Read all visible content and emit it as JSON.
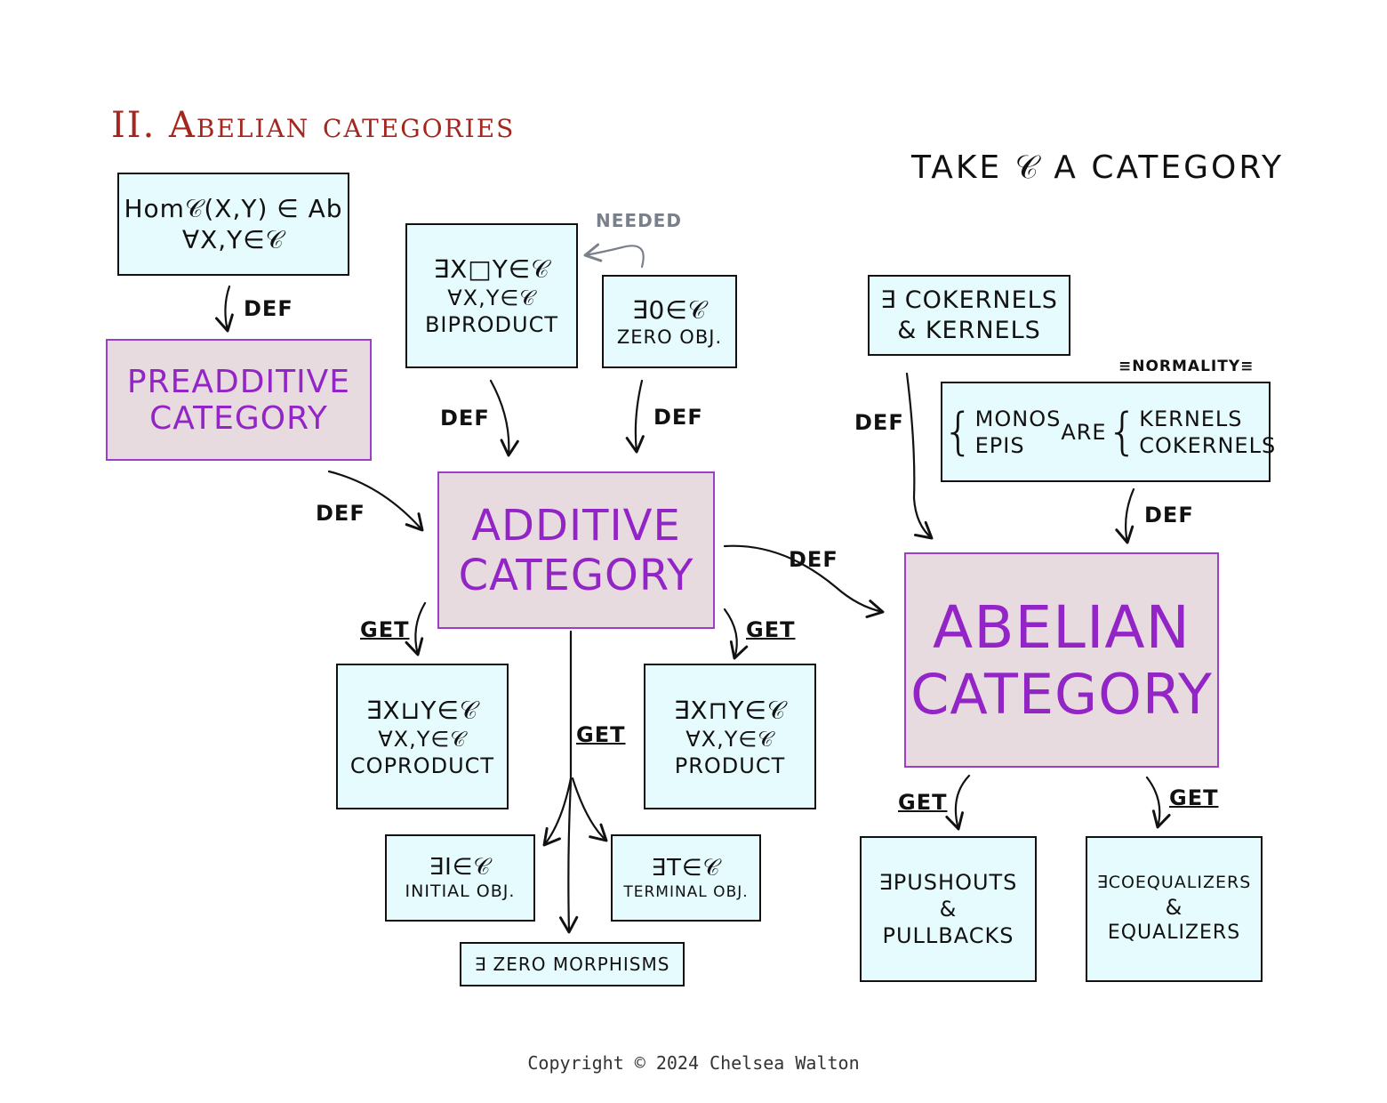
{
  "title": "II. Abelian categories",
  "take": "TAKE 𝒞 A CATEGORY",
  "copyright": "Copyright © 2024 Chelsea Walton",
  "boxes": {
    "hom": {
      "line1": "Hom𝒞(X,Y) ∈ Ab",
      "line2": "∀X,Y∈𝒞"
    },
    "biproduct": {
      "line1": "∃X□Y∈𝒞",
      "line2": "∀X,Y∈𝒞",
      "line3": "BIPRODUCT"
    },
    "zero_obj": {
      "line1": "∃0∈𝒞",
      "line2": "ZERO OBJ."
    },
    "cokernels": {
      "line1": "∃ COKERNELS",
      "line2": "& KERNELS"
    },
    "normality": {
      "left1": "MONOS",
      "left2": "EPIS",
      "mid": "ARE",
      "right1": "KERNELS",
      "right2": "COKERNELS"
    },
    "coproduct": {
      "line1": "∃X⊔Y∈𝒞",
      "line2": "∀X,Y∈𝒞",
      "line3": "COPRODUCT"
    },
    "product": {
      "line1": "∃X⊓Y∈𝒞",
      "line2": "∀X,Y∈𝒞",
      "line3": "PRODUCT"
    },
    "initial": {
      "line1": "∃I∈𝒞",
      "line2": "INITIAL OBJ."
    },
    "terminal": {
      "line1": "∃T∈𝒞",
      "line2": "TERMINAL OBJ."
    },
    "zero_morph": {
      "line1": "∃ ZERO MORPHISMS"
    },
    "pushouts": {
      "line1": "∃PUSHOUTS",
      "line2": "&",
      "line3": "PULLBACKS"
    },
    "coequalizers": {
      "line1": "∃COEQUALIZERS",
      "line2": "&",
      "line3": "EQUALIZERS"
    }
  },
  "categories": {
    "preadditive": {
      "line1": "PREADDITIVE",
      "line2": "CATEGORY"
    },
    "additive": {
      "line1": "ADDITIVE",
      "line2": "CATEGORY"
    },
    "abelian": {
      "line1": "ABELIAN",
      "line2": "CATEGORY"
    }
  },
  "labels": {
    "def": "DEF",
    "get": "GET",
    "needed": "NEEDED",
    "normality": "≡NORMALITY≡"
  },
  "colors": {
    "title": "#a3261f",
    "purple_text": "#9324c6",
    "purple_border": "#9b3fc8",
    "purple_fill": "#e7dbe0",
    "cyan_fill": "#e6fbfd",
    "needed_gray": "#7a808a"
  }
}
